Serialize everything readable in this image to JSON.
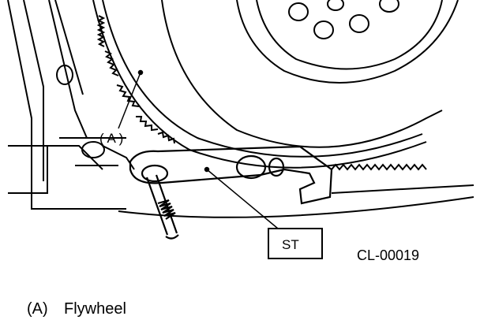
{
  "diagram": {
    "callout_a": "( A )",
    "tool_label": "ST",
    "figure_code": "CL-00019",
    "legend": {
      "key": "(A)",
      "text": "Flywheel"
    }
  },
  "colors": {
    "line": "#000000",
    "background": "#ffffff"
  }
}
